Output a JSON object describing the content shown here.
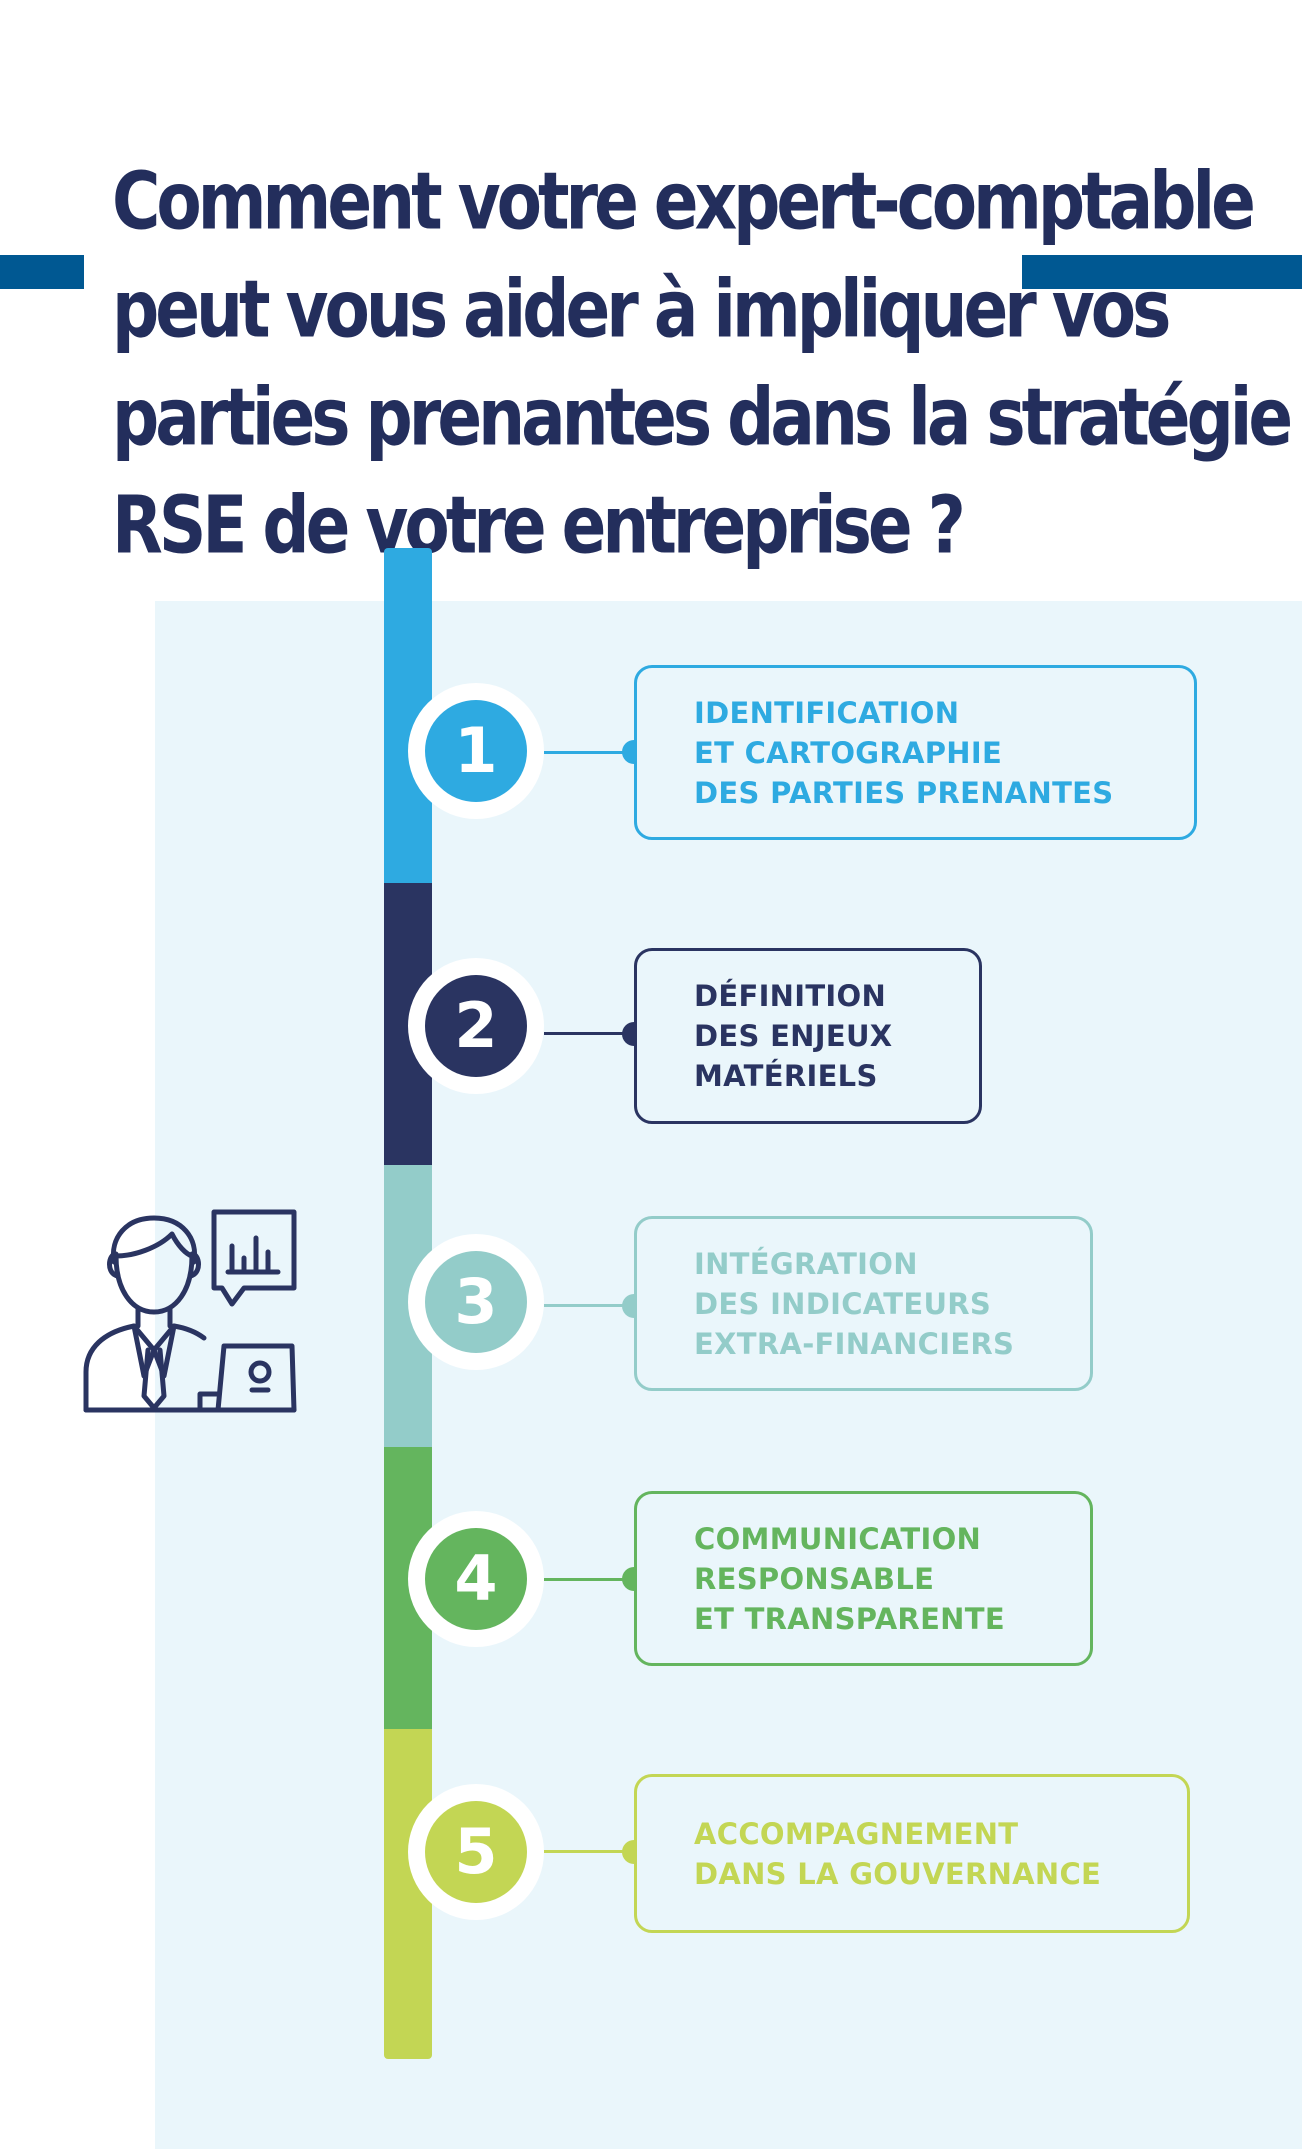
{
  "title": {
    "lines": [
      "Comment votre expert-comptable",
      "peut vous aider à impliquer vos",
      "parties prenantes dans la stratégie",
      "RSE de votre entreprise ?"
    ]
  },
  "colors": {
    "title": "#232e5c",
    "bar": "#005892",
    "panel": "#eaf6fb",
    "step1": "#2eaae1",
    "step2": "#2a3461",
    "step3": "#93ccc9",
    "step4": "#64b55e",
    "step5": "#c3d654"
  },
  "illustration": {
    "icon": "businessman-with-chart-and-laptop-icon"
  },
  "steps": [
    {
      "number": "1",
      "lines": [
        "IDENTIFICATION",
        "ET CARTOGRAPHIE",
        "DES PARTIES PRENANTES"
      ]
    },
    {
      "number": "2",
      "lines": [
        "DÉFINITION",
        "DES ENJEUX",
        "MATÉRIELS"
      ]
    },
    {
      "number": "3",
      "lines": [
        "INTÉGRATION",
        "DES INDICATEURS",
        "EXTRA-FINANCIERS"
      ]
    },
    {
      "number": "4",
      "lines": [
        "COMMUNICATION",
        "RESPONSABLE",
        "ET TRANSPARENTE"
      ]
    },
    {
      "number": "5",
      "lines": [
        "ACCOMPAGNEMENT",
        "DANS LA GOUVERNANCE"
      ]
    }
  ]
}
